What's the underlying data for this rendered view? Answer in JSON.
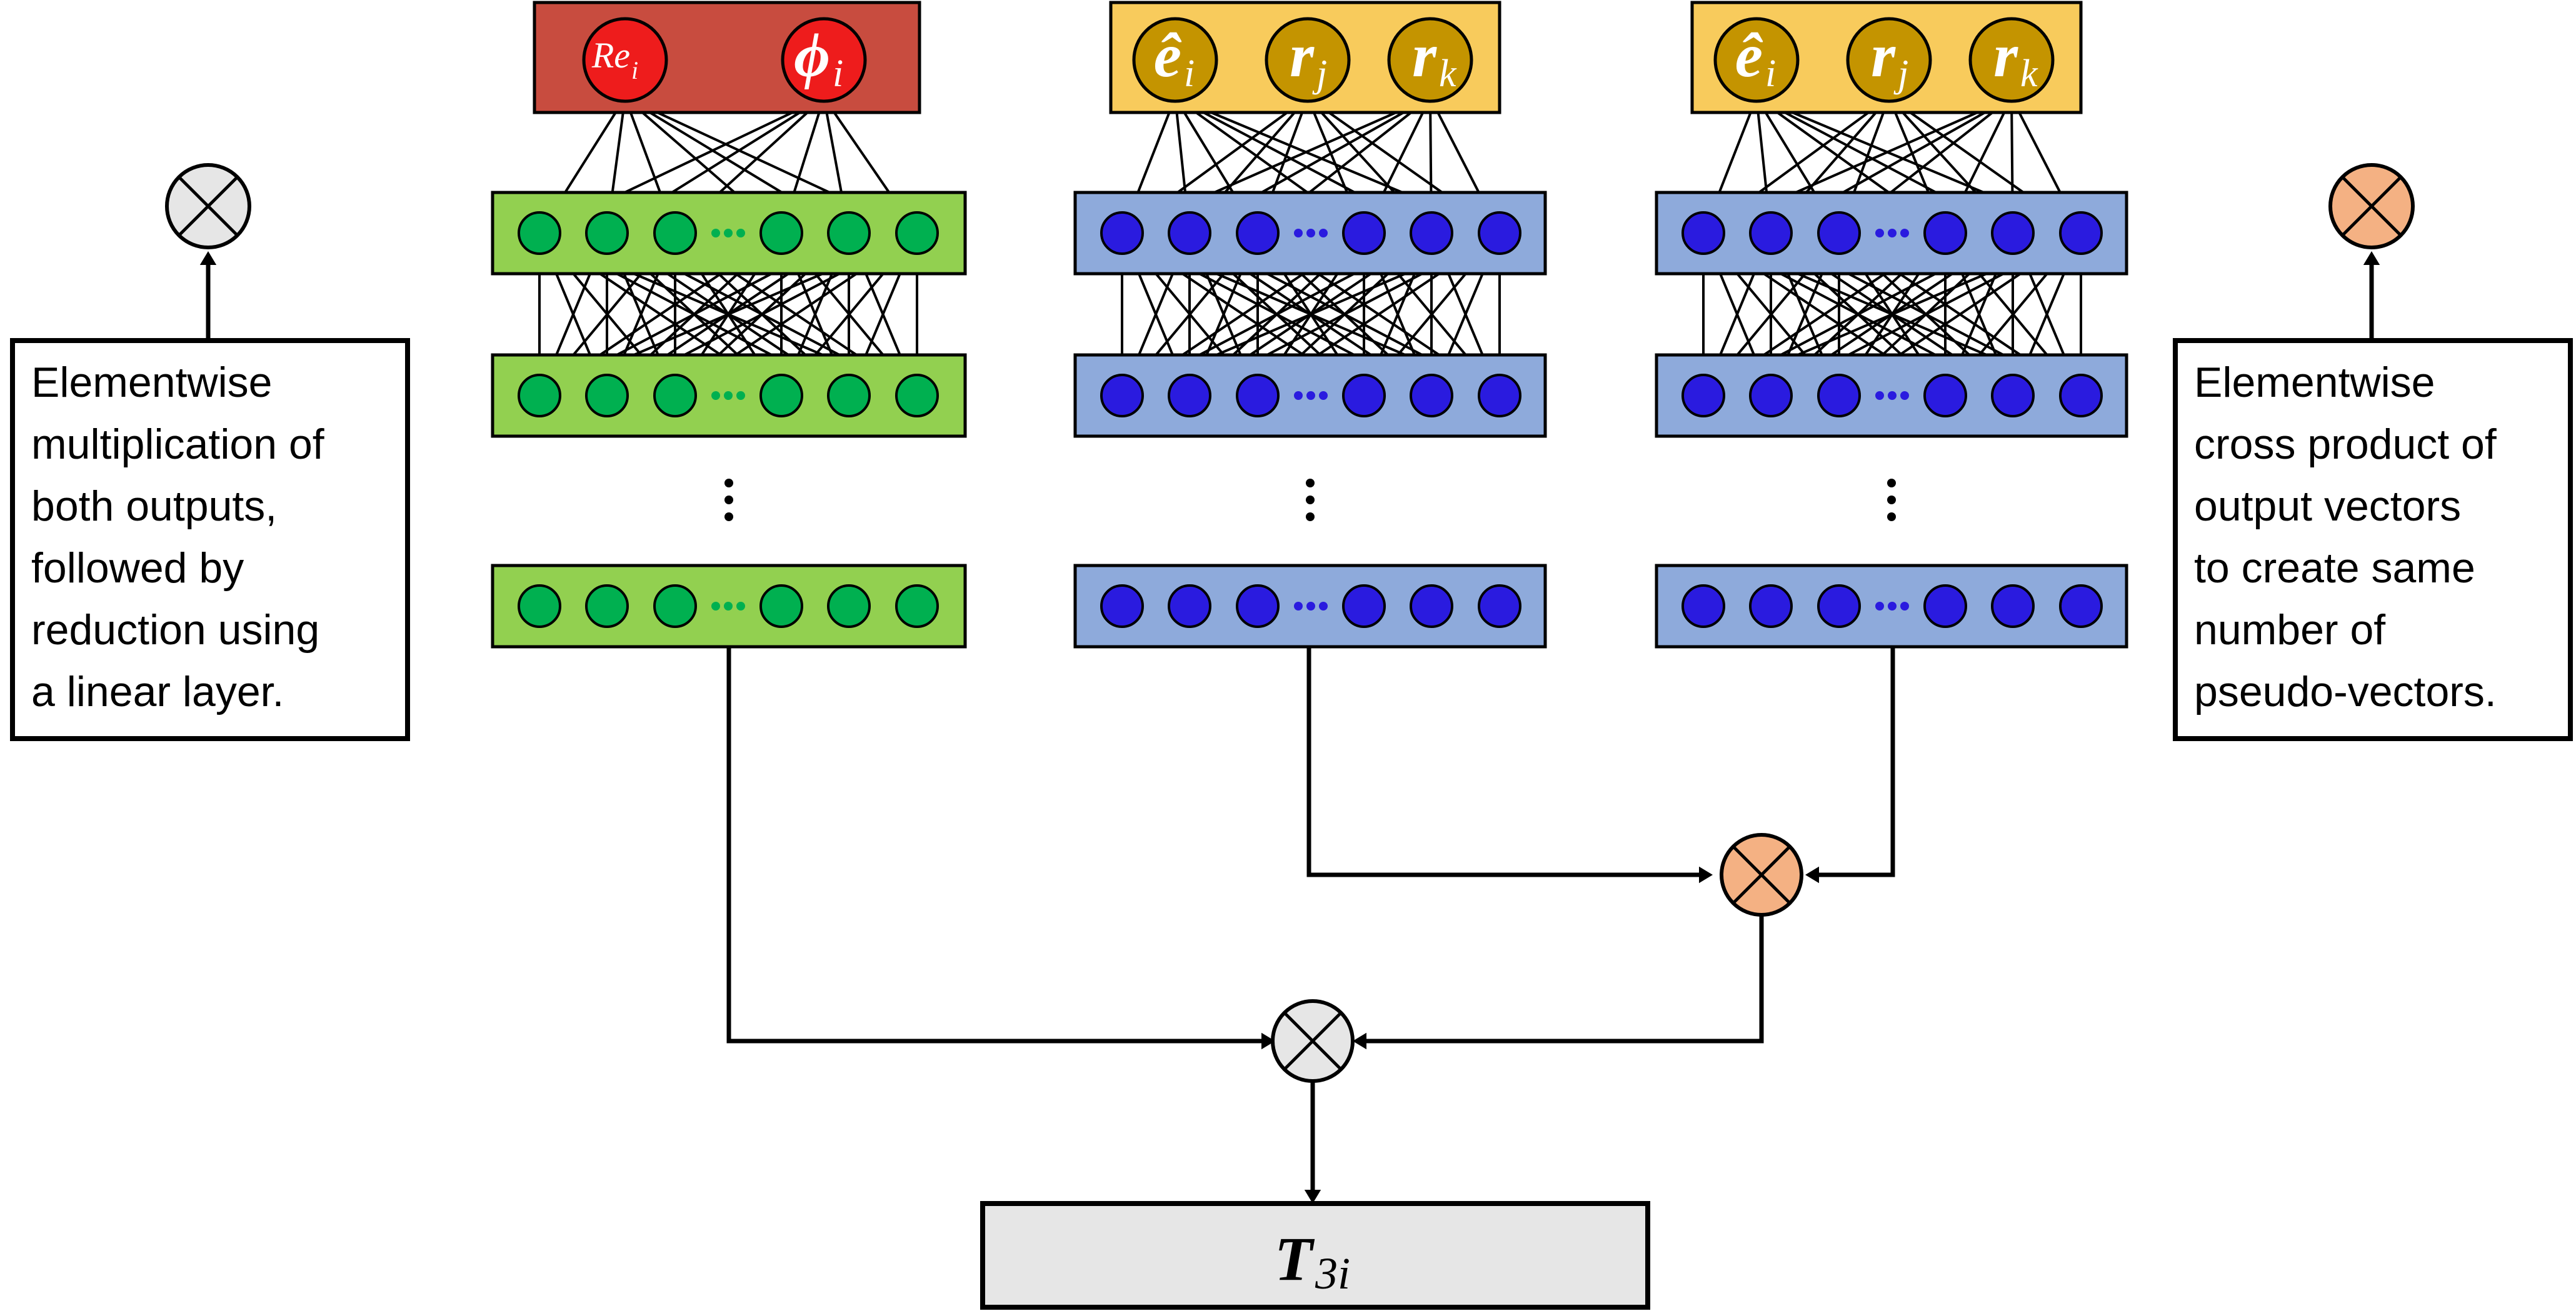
{
  "left_note": {
    "lines": [
      "Elementwise",
      "multiplication of",
      "both outputs,",
      "followed by",
      "reduction using",
      "a linear layer."
    ]
  },
  "right_note": {
    "lines": [
      "Elementwise",
      "cross product of",
      "output vectors",
      "to create same",
      "number of",
      "pseudo-vectors."
    ]
  },
  "networks": [
    {
      "inputs": [
        {
          "main": "Re",
          "sub": "i"
        },
        {
          "main": "ϕ",
          "sub": "i"
        }
      ]
    },
    {
      "inputs": [
        {
          "main": "ê",
          "sub": "i"
        },
        {
          "main": "r",
          "sub": "j"
        },
        {
          "main": "r",
          "sub": "k"
        }
      ]
    },
    {
      "inputs": [
        {
          "main": "ê",
          "sub": "i"
        },
        {
          "main": "r",
          "sub": "j"
        },
        {
          "main": "r",
          "sub": "k"
        }
      ]
    }
  ],
  "output": {
    "main": "T",
    "sub": "3i"
  },
  "operator_symbol": "⊗",
  "colors": {
    "input_box_red": "#c84c3f",
    "input_node_red": "#ee1c1c",
    "input_box_yellow": "#f8cb5c",
    "input_node_yellow": "#c49400",
    "layer_green": "#92d050",
    "node_green": "#00b050",
    "layer_blue": "#8eaadb",
    "node_blue": "#2a1bdf",
    "op_gray": "#e6e6e6",
    "op_orange": "#f4b183",
    "output_box": "#e6e6e6"
  }
}
